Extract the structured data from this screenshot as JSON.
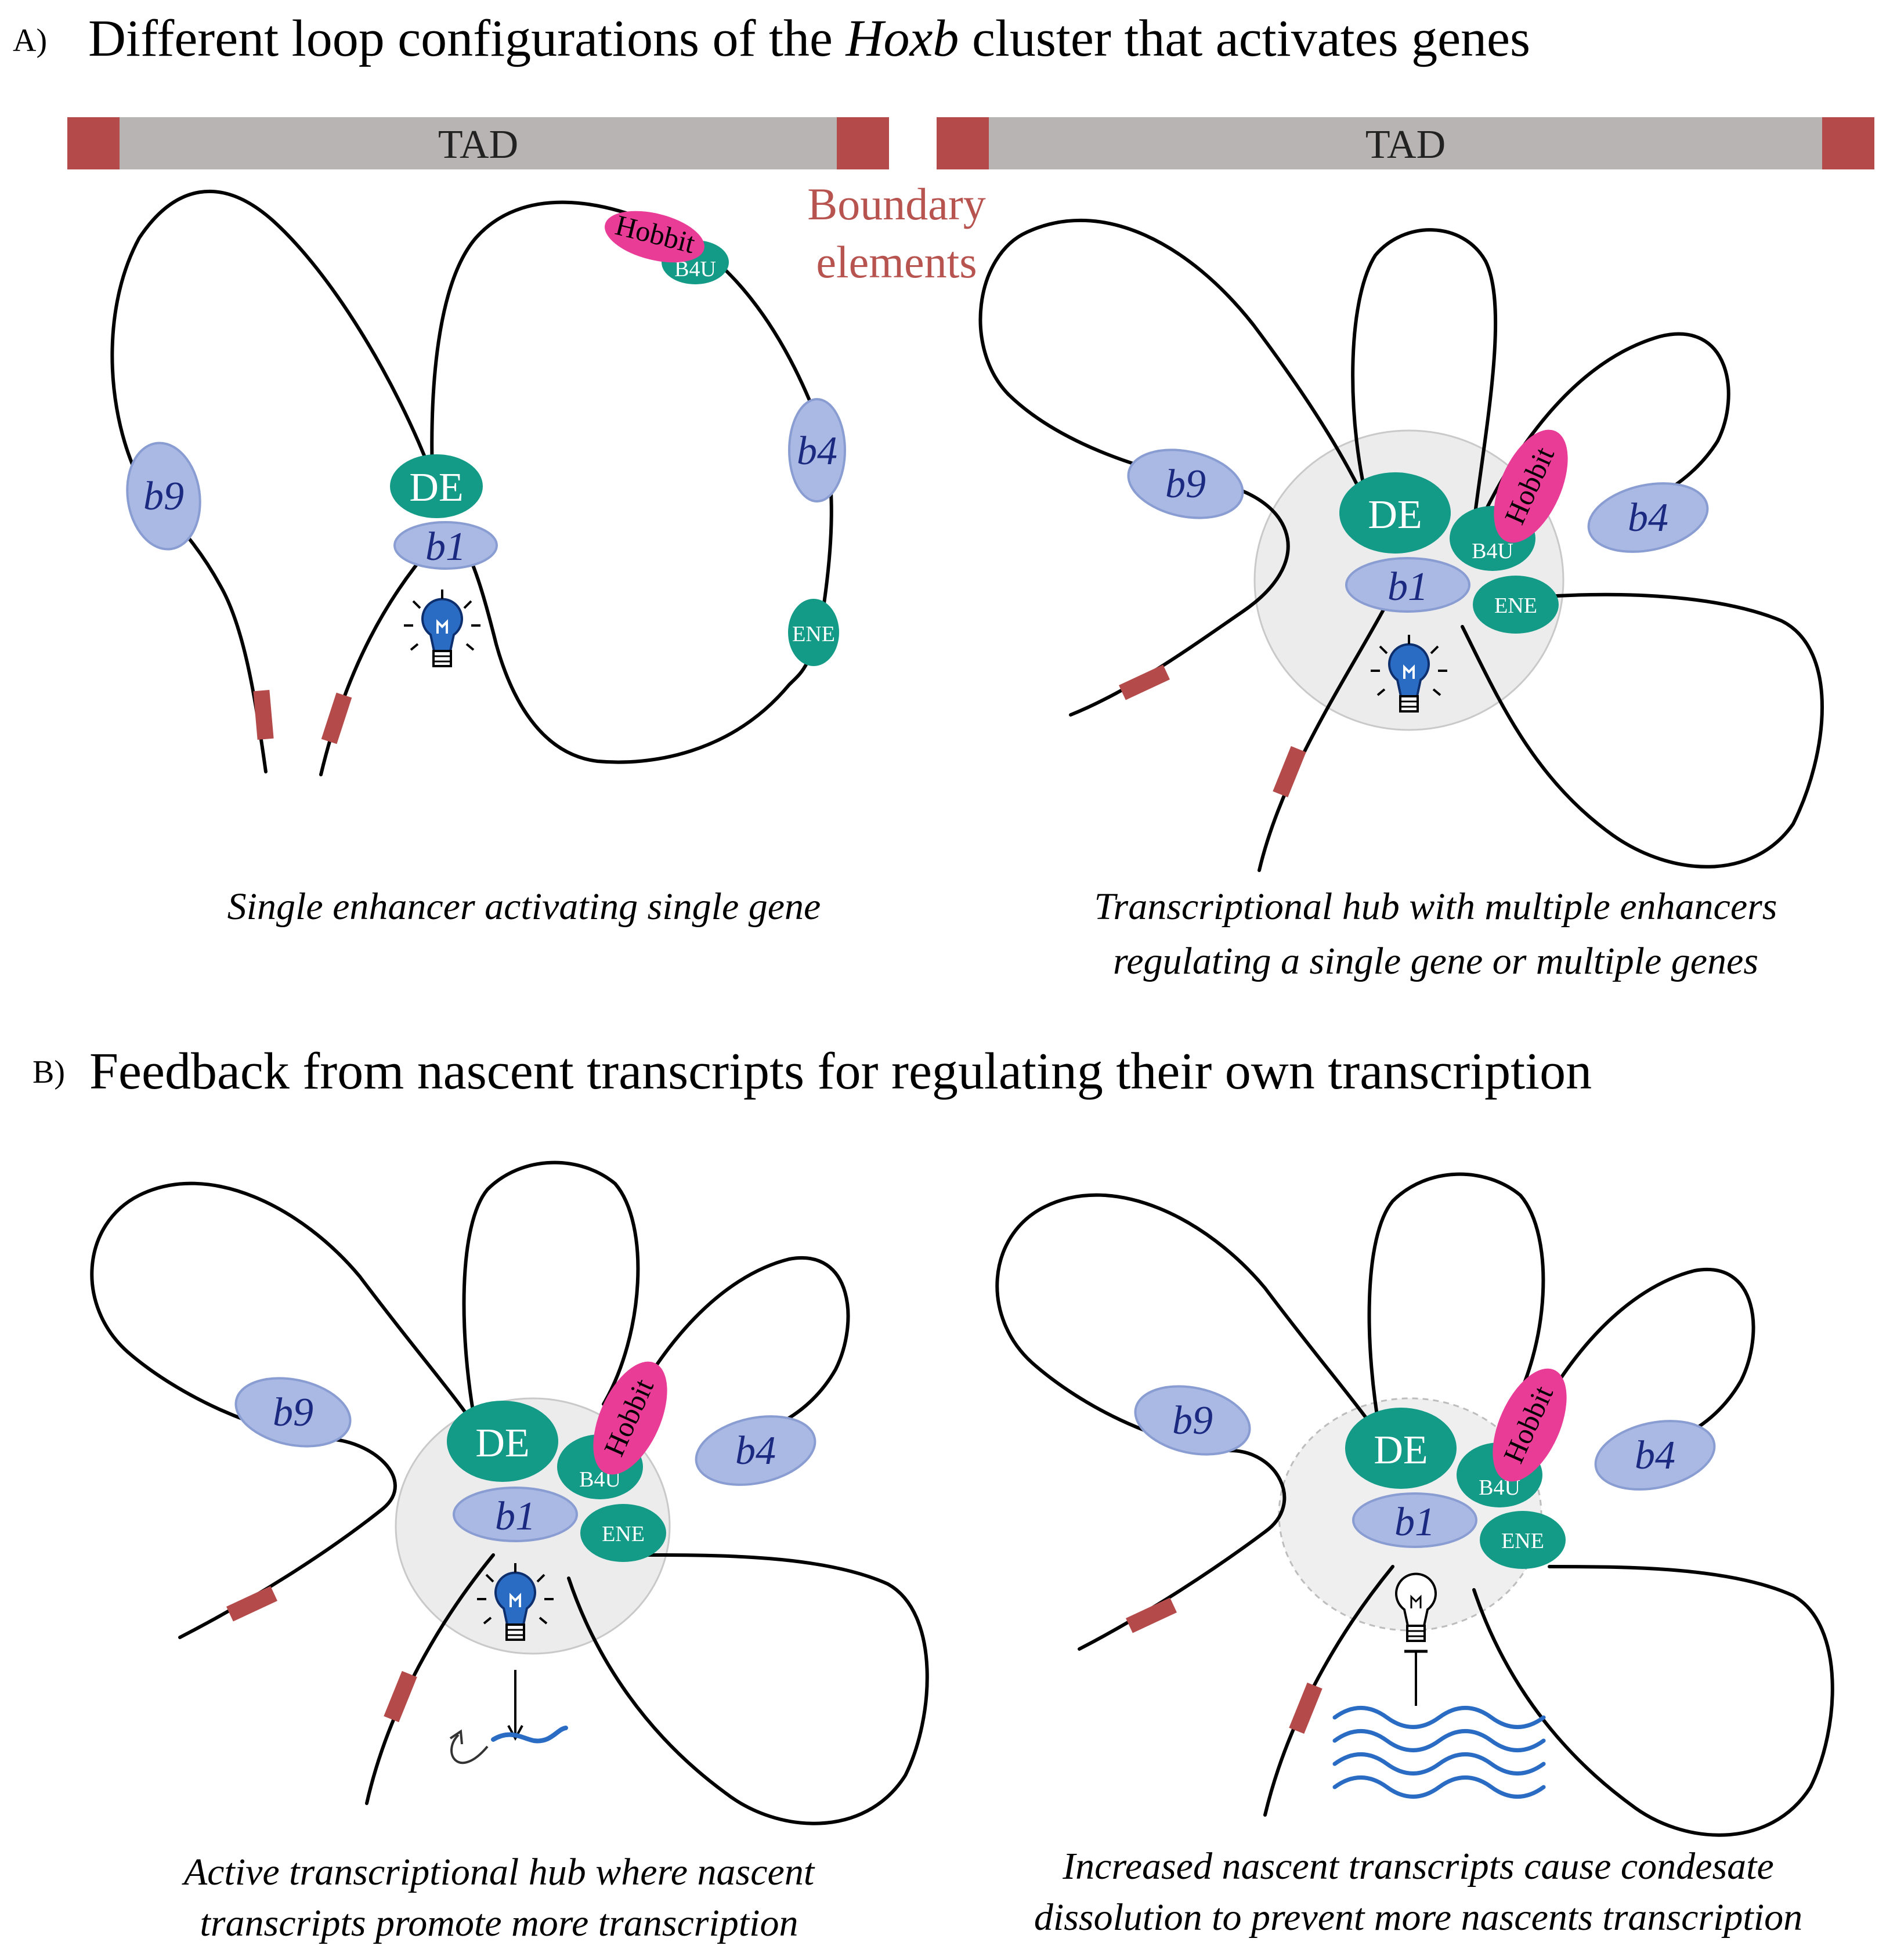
{
  "panel_a": {
    "label": "A)",
    "title_pre": "Different loop configurations of the ",
    "title_italic": "Hoxb",
    "title_post": " cluster that activates genes",
    "tad_label": "TAD",
    "boundary_line1": "Boundary",
    "boundary_line2": "elements",
    "left_caption": "Single enhancer activating single gene",
    "right_caption_line1": "Transcriptional hub with multiple enhancers",
    "right_caption_line2": "regulating a single gene or multiple genes"
  },
  "panel_b": {
    "label": "B)",
    "title": "Feedback from nascent transcripts for regulating their own transcription",
    "left_caption_line1": "Active transcriptional hub where nascent",
    "left_caption_line2": "transcripts promote more transcription",
    "right_caption_line1": "Increased nascent transcripts cause condesate",
    "right_caption_line2": "dissolution to prevent more nascents transcription"
  },
  "elements": {
    "b9": "b9",
    "b1": "b1",
    "b4": "b4",
    "de": "DE",
    "b4u": "B4U",
    "ene": "ENE",
    "hobbit": "Hobbit"
  },
  "colors": {
    "enhancer": "#139b87",
    "gene": "#a9b9e4",
    "hobbit": "#e83c97",
    "boundary": "#b44a4a",
    "tad_bar": "#b8b4b4",
    "bulb_active": "#2a6cc4"
  }
}
